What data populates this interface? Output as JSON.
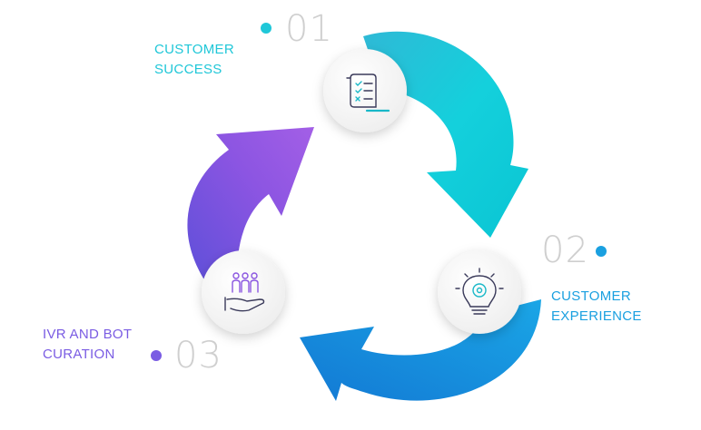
{
  "steps": [
    {
      "number": "01",
      "label_line1": "CUSTOMER",
      "label_line2": "SUCCESS",
      "color": "#1fc7d8",
      "icon": "checklist-document-icon"
    },
    {
      "number": "02",
      "label_line1": "CUSTOMER",
      "label_line2": "EXPERIENCE",
      "color": "#1aa0e0",
      "icon": "lightbulb-gear-icon"
    },
    {
      "number": "03",
      "label_line1": "IVR AND BOT",
      "label_line2": "CURATION",
      "color": "#7a5ce3",
      "icon": "people-hand-icon"
    }
  ],
  "colors": {
    "arrow_teal": "#1fcfdc",
    "arrow_blue": "#1c8fe0",
    "arrow_purple": "#8a55e0",
    "number_gray": "#cfcfcf"
  }
}
